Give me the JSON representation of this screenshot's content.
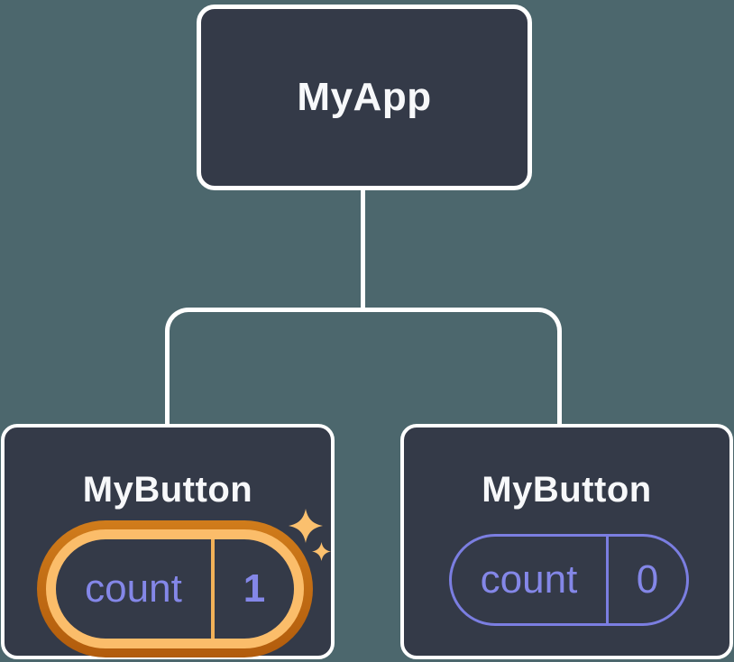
{
  "tree": {
    "root": {
      "label": "MyApp"
    },
    "children": [
      {
        "label": "MyButton",
        "state": {
          "name": "count",
          "value": "1"
        },
        "highlighted": true
      },
      {
        "label": "MyButton",
        "state": {
          "name": "count",
          "value": "0"
        },
        "highlighted": false
      }
    ]
  },
  "colors": {
    "background": "#4C676D",
    "node_fill": "#343A48",
    "node_border": "#FFFFFF",
    "connector": "#FFFFFF",
    "title_text": "#F7F8FA",
    "state_text": "#8487E8",
    "state_pill_border": "#7B7EE1",
    "highlight_ring_outer": "#C16A10",
    "highlight_ring_inner": "#FBBD6A",
    "highlight_divider": "#F2B158",
    "sparkle": "#FBC06E"
  }
}
